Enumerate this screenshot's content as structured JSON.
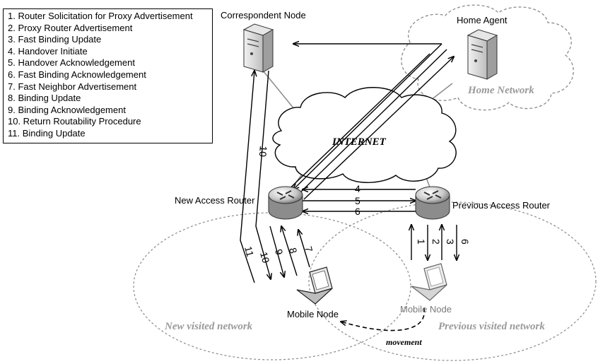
{
  "legend": {
    "items": [
      "1. Router Solicitation for Proxy Advertisement",
      "2. Proxy Router Advertisement",
      "3. Fast Binding Update",
      "4. Handover Initiate",
      "5. Handover Acknowledgement",
      "6. Fast Binding Acknowledgement",
      "7. Fast Neighbor Advertisement",
      "8. Binding Update",
      "9. Binding Acknowledgement",
      "10. Return Routability Procedure",
      "11. Binding Update"
    ]
  },
  "nodes": {
    "correspondent": "Correspondent Node",
    "home_agent": "Home Agent",
    "new_router": "New Access Router",
    "previous_router": "Previous Access Router",
    "mobile_new": "Mobile Node",
    "mobile_previous": "Mobile Node"
  },
  "networks": {
    "home": "Home Network",
    "internet": "INTERNET",
    "new_visited": "New visited network",
    "previous_visited": "Previous visited network"
  },
  "movement": "movement",
  "arrow_numbers": {
    "n4": "4",
    "n5": "5",
    "n6": "6",
    "n1": "1",
    "n2": "2",
    "n3": "3",
    "n6b": "6",
    "n7": "7",
    "n8": "8",
    "n9": "9",
    "n10a": "10",
    "n10b": "10",
    "n11": "11"
  }
}
